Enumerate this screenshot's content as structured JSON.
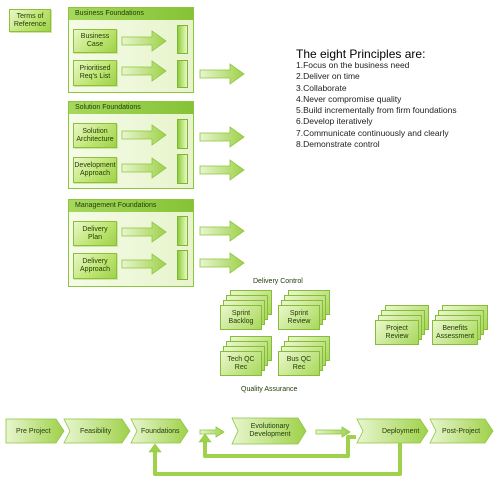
{
  "terms_of_reference": "Terms of\nReference",
  "panels": [
    {
      "title": "Business Foundations",
      "items": [
        "Business\nCase",
        "Prioritised\nReq's List"
      ]
    },
    {
      "title": "Solution Foundations",
      "items": [
        "Solution\nArchitecture",
        "Development\nApproach"
      ]
    },
    {
      "title": "Management Foundations",
      "items": [
        "Delivery\nPlan",
        "Delivery\nApproach"
      ]
    }
  ],
  "principles": {
    "title": "The eight Principles are:",
    "items": [
      "1.Focus on the business need",
      "2.Deliver on time",
      "3.Collaborate",
      "4.Never compromise quality",
      "5.Build incrementally from firm foundations",
      "6.Develop iteratively",
      "7.Communicate continuously and clearly",
      "8.Demonstrate control"
    ]
  },
  "delivery_control": {
    "top_label": "Delivery Control",
    "bottom_label": "Quality Assurance",
    "stacks": [
      "Sprint\nBacklog",
      "Sprint\nReview",
      "Tech QC\nRec",
      "Bus QC\nRec"
    ]
  },
  "review": {
    "stacks": [
      "Project\nReview",
      "Benefits\nAssessment"
    ]
  },
  "phases": [
    "Pre Project",
    "Feasibility",
    "Foundations",
    "Evolutionary\nDevelopment",
    "Deployment",
    "Post-Project"
  ],
  "colors": {
    "accent": "#8cc63f",
    "dark_text": "#1f3a05"
  }
}
